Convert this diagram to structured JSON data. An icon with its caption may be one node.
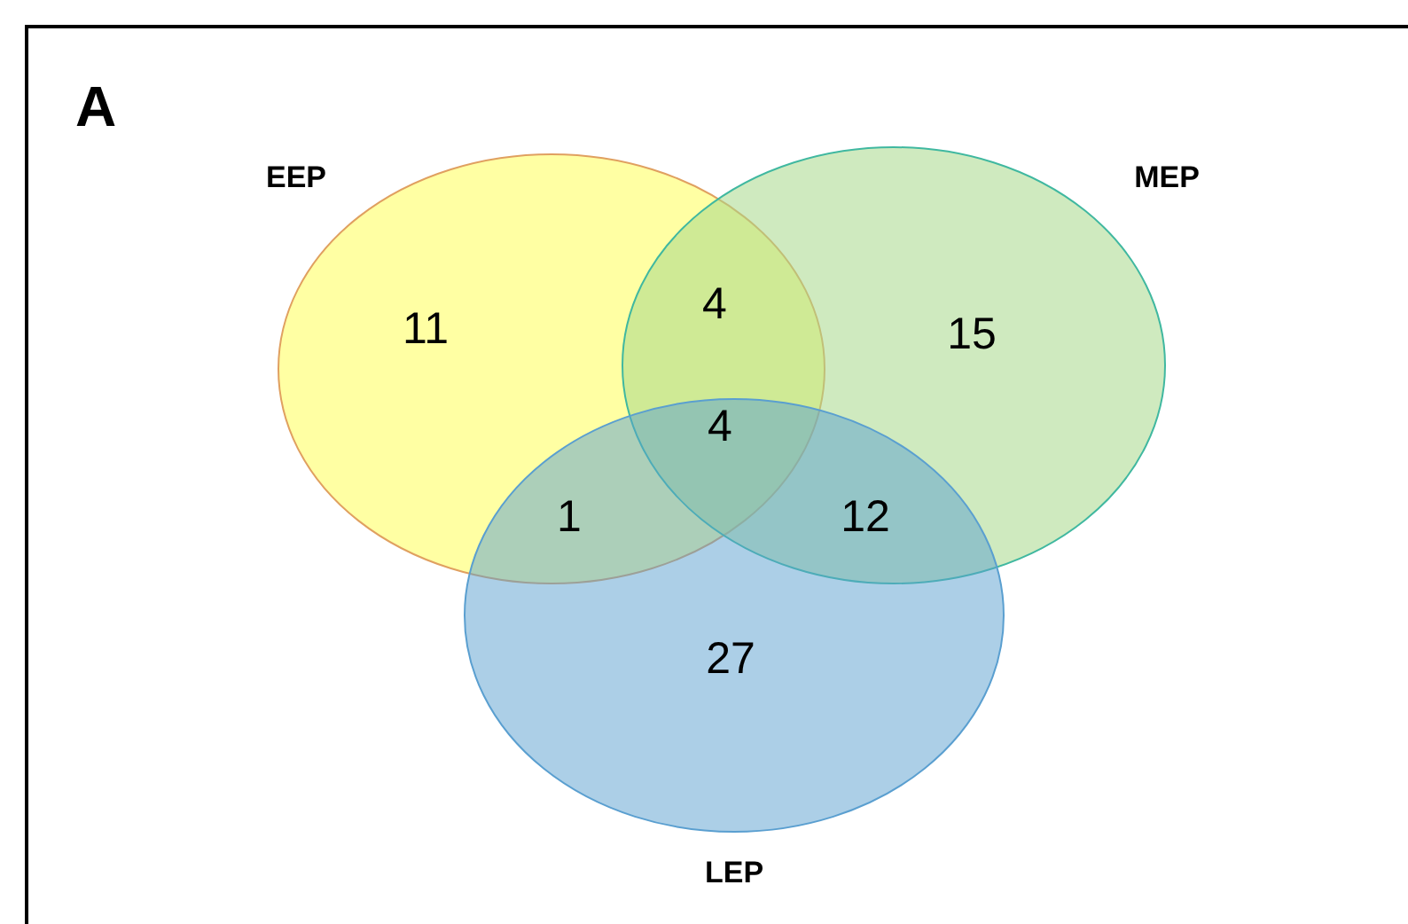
{
  "diagram": {
    "nodes": [
      {
        "text": [
          "EEP"
        ]
      },
      {
        "text": [
          "MEP"
        ]
      },
      {
        "text": [
          "LEP"
        ]
      }
    ],
    "labels": [
      "A",
      "11",
      "4",
      "15",
      "4",
      "1",
      "12",
      "27"
    ]
  }
}
